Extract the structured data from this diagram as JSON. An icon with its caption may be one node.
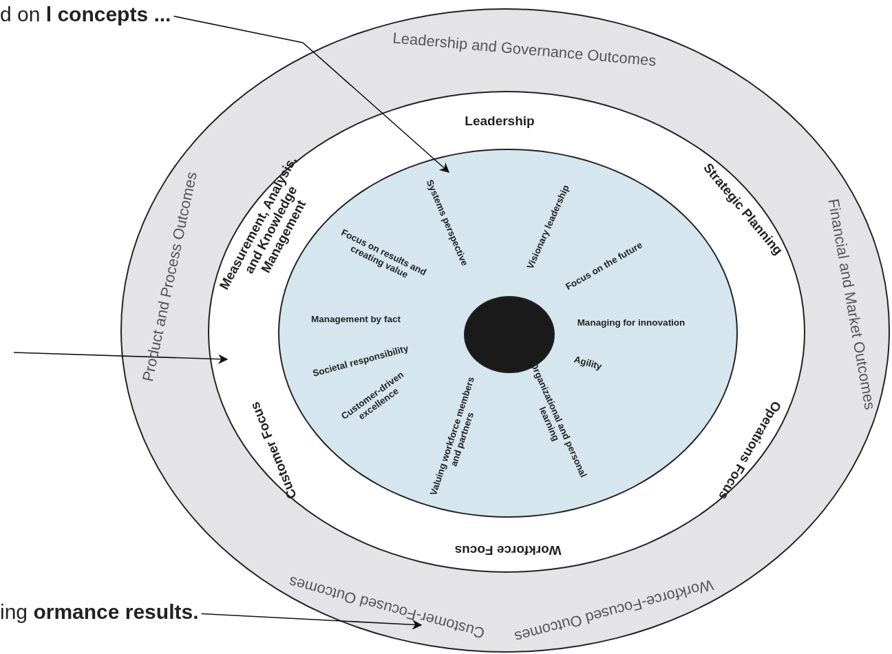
{
  "diagram": {
    "nodes": [
      {
        "text": [
          "Leadership and Governance Outcomes",
          "Product and Process Outcomes",
          "Financial and Market Outcomes",
          "Customer-Focused Outcomes",
          "Workforce-Focused Outcomes"
        ]
      },
      {
        "text": [
          "Leadership",
          "Measurement, Analysis, and Knowledge Management",
          "Strategic Planning",
          "Customer Focus",
          "Operations Focus",
          "Workforce Focus"
        ],
        "in": 0
      },
      {
        "text": [
          "Systems perspective",
          "Visionary leadership",
          "Focus on results and creating value",
          "Focus on the future",
          "Management by fact",
          "Managing for innovation",
          "Societal responsibility",
          "Agility",
          "Customer-driven excellence",
          "Organizational and personal learning",
          "Valuing workforce members and partners"
        ],
        "in": 1
      },
      {
        "text": [],
        "shape": "circle",
        "in": 2
      },
      {
        "text": [
          "d on **l concepts ...**"
        ]
      },
      {
        "text": [
          "ing **ormance results.**"
        ]
      }
    ],
    "edges": [
      {
        "from": 4,
        "to": 2,
        "arrow": "to"
      },
      {
        "from": null,
        "to": 1,
        "arrow": "to"
      },
      {
        "from": 5,
        "to": 0,
        "arrow": "to"
      }
    ]
  }
}
